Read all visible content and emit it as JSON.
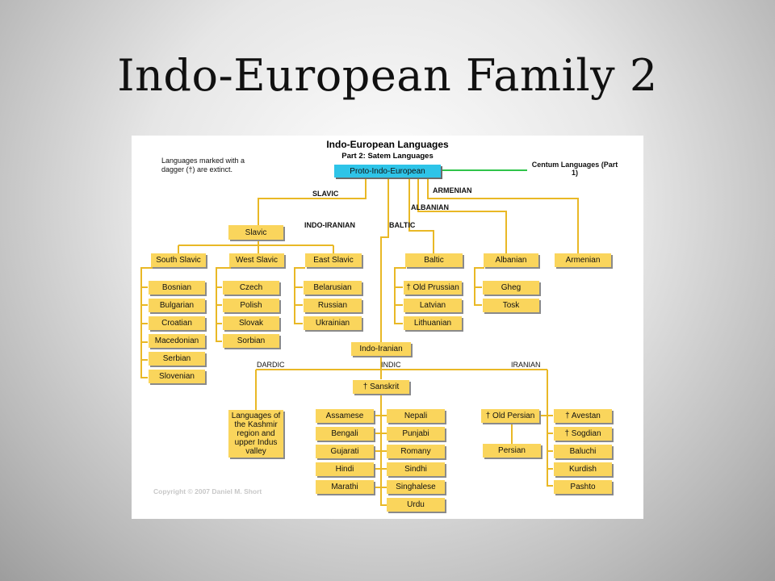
{
  "slide": {
    "title": "Indo-European Family 2"
  },
  "diagram": {
    "heading": "Indo-European Languages",
    "subheading": "Part 2: Satem Languages",
    "note": "Languages marked with a dagger (†) are extinct.",
    "centum_link": "Centum Languages (Part 1)",
    "copyright": "Copyright © 2007 Daniel M. Short",
    "colors": {
      "node": "#fad55c",
      "root": "#2ec4e8",
      "line": "#e9b826",
      "centum_line": "#2fc44a"
    },
    "branch_labels": {
      "slavic": "SLAVIC",
      "armenian": "ARMENIAN",
      "albanian": "ALBANIAN",
      "indo_iranian": "INDO-IRANIAN",
      "baltic": "BALTIC",
      "dardic": "DARDIC",
      "indic": "INDIC",
      "iranian": "IRANIAN"
    },
    "nodes": {
      "root": "Proto-Indo-European",
      "slavic": "Slavic",
      "south_slavic": "South Slavic",
      "west_slavic": "West Slavic",
      "east_slavic": "East Slavic",
      "baltic": "Baltic",
      "albanian": "Albanian",
      "armenian": "Armenian",
      "south_slavic_langs": [
        "Bosnian",
        "Bulgarian",
        "Croatian",
        "Macedonian",
        "Serbian",
        "Slovenian"
      ],
      "west_slavic_langs": [
        "Czech",
        "Polish",
        "Slovak",
        "Sorbian"
      ],
      "east_slavic_langs": [
        "Belarusian",
        "Russian",
        "Ukrainian"
      ],
      "baltic_langs": [
        "† Old Prussian",
        "Latvian",
        "Lithuanian"
      ],
      "albanian_langs": [
        "Gheg",
        "Tosk"
      ],
      "indo_iranian": "Indo-Iranian",
      "sanskrit": "† Sanskrit",
      "dardic_group": "Languages of the Kashmir region and upper Indus valley",
      "indic_left": [
        "Assamese",
        "Bengali",
        "Gujarati",
        "Hindi",
        "Marathi"
      ],
      "indic_right": [
        "Nepali",
        "Punjabi",
        "Romany",
        "Sindhi",
        "Singhalese",
        "Urdu"
      ],
      "old_persian": "† Old Persian",
      "persian": "Persian",
      "iranian_langs": [
        "† Avestan",
        "† Sogdian",
        "Baluchi",
        "Kurdish",
        "Pashto"
      ]
    }
  }
}
